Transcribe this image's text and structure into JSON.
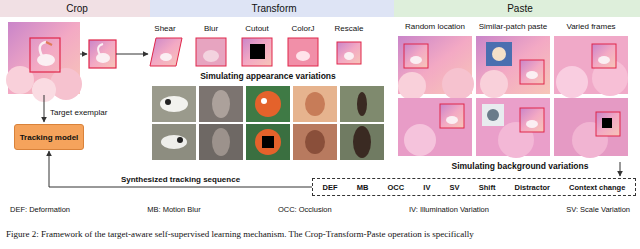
{
  "diagram": {
    "caption": "Figure 2: Framework of the target-aware self-supervised learning mechanism. The Crop-Transform-Paste operation is specifically",
    "nodes": [
      {
        "text": [
          "Crop"
        ]
      },
      {
        "text": [
          "Transform"
        ]
      },
      {
        "text": [
          "Paste"
        ]
      },
      {
        "text": [
          "Tracking model"
        ]
      },
      {
        "text": [
          "DEF",
          "MB",
          "OCC",
          "IV",
          "SV",
          "Shift",
          "Distractor",
          "Context change"
        ]
      }
    ],
    "edges": [
      {
        "from": 4,
        "to": 3,
        "arrow": "to",
        "label": "Synthesized tracking sequence"
      }
    ],
    "labels": [
      "Shear",
      "Blur",
      "Cutout",
      "ColorJ",
      "Rescale",
      "Simulating appearance variations",
      "Random location",
      "Similar-patch paste",
      "Varied frames",
      "Simulating background variations",
      "Target exemplar",
      "DEF: Deformation",
      "MB: Motion Blur",
      "OCC: Occlusion",
      "IV: Illumination Variation",
      "SV: Scale Variation"
    ]
  }
}
